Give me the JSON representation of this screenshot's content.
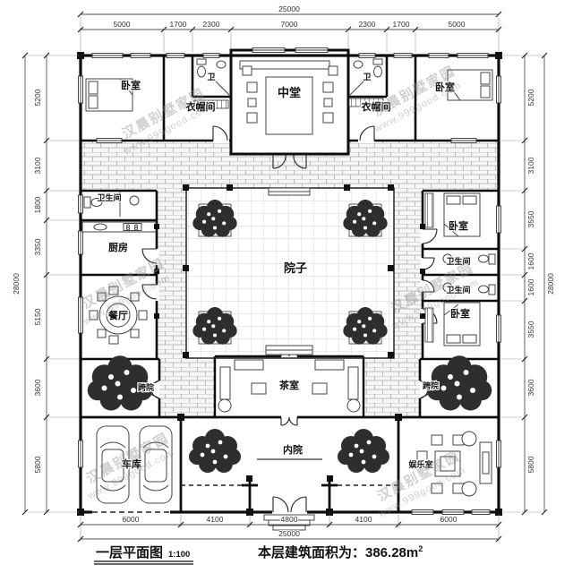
{
  "caption": {
    "title": "一层平面图",
    "scale": "1:100",
    "area": "本层建筑面积为：386.28m",
    "area_sup": "2"
  },
  "watermark": {
    "brand": "汉晨别墅家园",
    "url": "www.999good.com"
  },
  "rooms": {
    "bedroom_tl": {
      "label": "卧室"
    },
    "cloak_tl": {
      "label": "衣帽间"
    },
    "bath_tl": {
      "label": "卫"
    },
    "hall": {
      "label": "中堂"
    },
    "bath_tr": {
      "label": "卫"
    },
    "cloak_tr": {
      "label": "衣帽间"
    },
    "bedroom_tr": {
      "label": "卧室"
    },
    "bath_left": {
      "label": "卫生间"
    },
    "kitchen": {
      "label": "厨房"
    },
    "dining": {
      "label": "餐厅"
    },
    "courtyard": {
      "label": "院子"
    },
    "bedroom_r1": {
      "label": "卧室"
    },
    "bath_r1": {
      "label": "卫生间"
    },
    "bath_r2": {
      "label": "卫生间"
    },
    "bedroom_r2": {
      "label": "卧室"
    },
    "side_yard_l": {
      "label": "跨院"
    },
    "side_yard_r": {
      "label": "跨院"
    },
    "tea_room": {
      "label": "茶室"
    },
    "inner_yard": {
      "label": "内院"
    },
    "garage": {
      "label": "车库"
    },
    "rec_room": {
      "label": "娱乐室"
    }
  },
  "dims": {
    "top": {
      "total": "25000",
      "segments": [
        "5000",
        "1700",
        "2300",
        "7000",
        "2300",
        "1700",
        "5000"
      ]
    },
    "bottom": {
      "total": "25000",
      "segments": [
        "6000",
        "4100",
        "4800",
        "4100",
        "6000"
      ]
    },
    "left": {
      "total": "28000",
      "segments": [
        "5200",
        "3100",
        "1800",
        "3350",
        "5150",
        "3600",
        "5800"
      ]
    },
    "right": {
      "total": "28000",
      "segments": [
        "5200",
        "3100",
        "3550",
        "1600",
        "1600",
        "3550",
        "3600",
        "5800"
      ]
    }
  }
}
